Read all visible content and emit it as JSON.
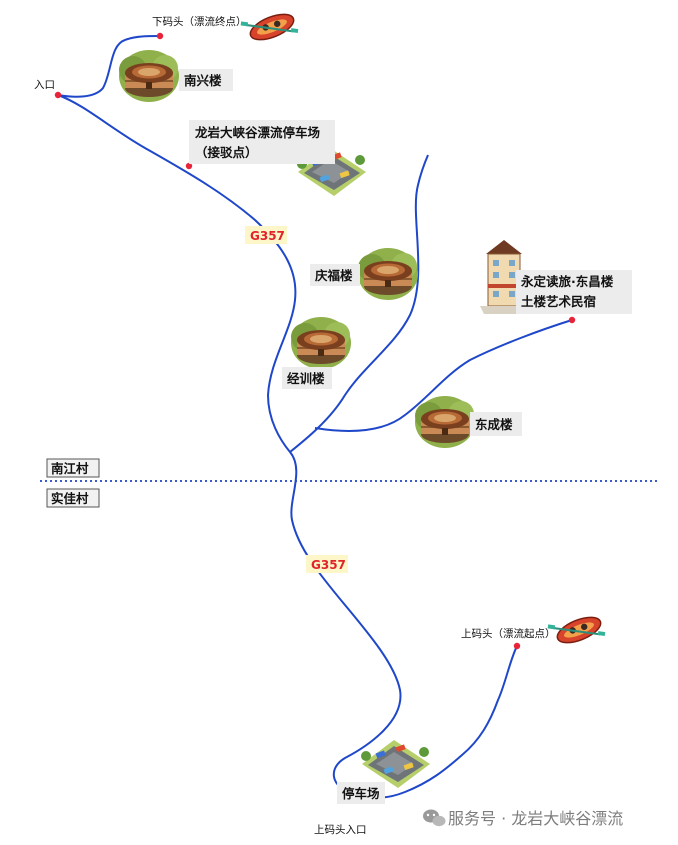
{
  "labels": {
    "xiamatou": "下码头（漂流终点）",
    "entrance": "入口",
    "nanxing": "南兴楼",
    "parking_pickup_line1": "龙岩大峡谷漂流停车场",
    "parking_pickup_line2": "（接驳点）",
    "road_upper": "G357",
    "qingfu": "庆福楼",
    "yongding_line1": "永定读旅·东昌楼",
    "yongding_line2": "土楼艺术民宿",
    "jingxun": "经训楼",
    "dongcheng": "东成楼",
    "village_north": "南江村",
    "village_south": "实佳村",
    "road_lower": "G357",
    "shangmatou": "上码头（漂流起点）",
    "parking": "停车场",
    "shangmatou_entrance": "上码头入口",
    "watermark": "服务号 · 龙岩大峡谷漂流"
  },
  "colors": {
    "route": "#1f47c9",
    "marker": "#e8243a",
    "highway_text": "#e0242a",
    "highway_bg": "#fdf6c8",
    "label_bg": "#ececec",
    "boundary": "#3a5bd0"
  },
  "icons": [
    "raft-icon",
    "tulou-icon",
    "parking-lot-icon",
    "inn-building-icon",
    "wechat-icon"
  ]
}
